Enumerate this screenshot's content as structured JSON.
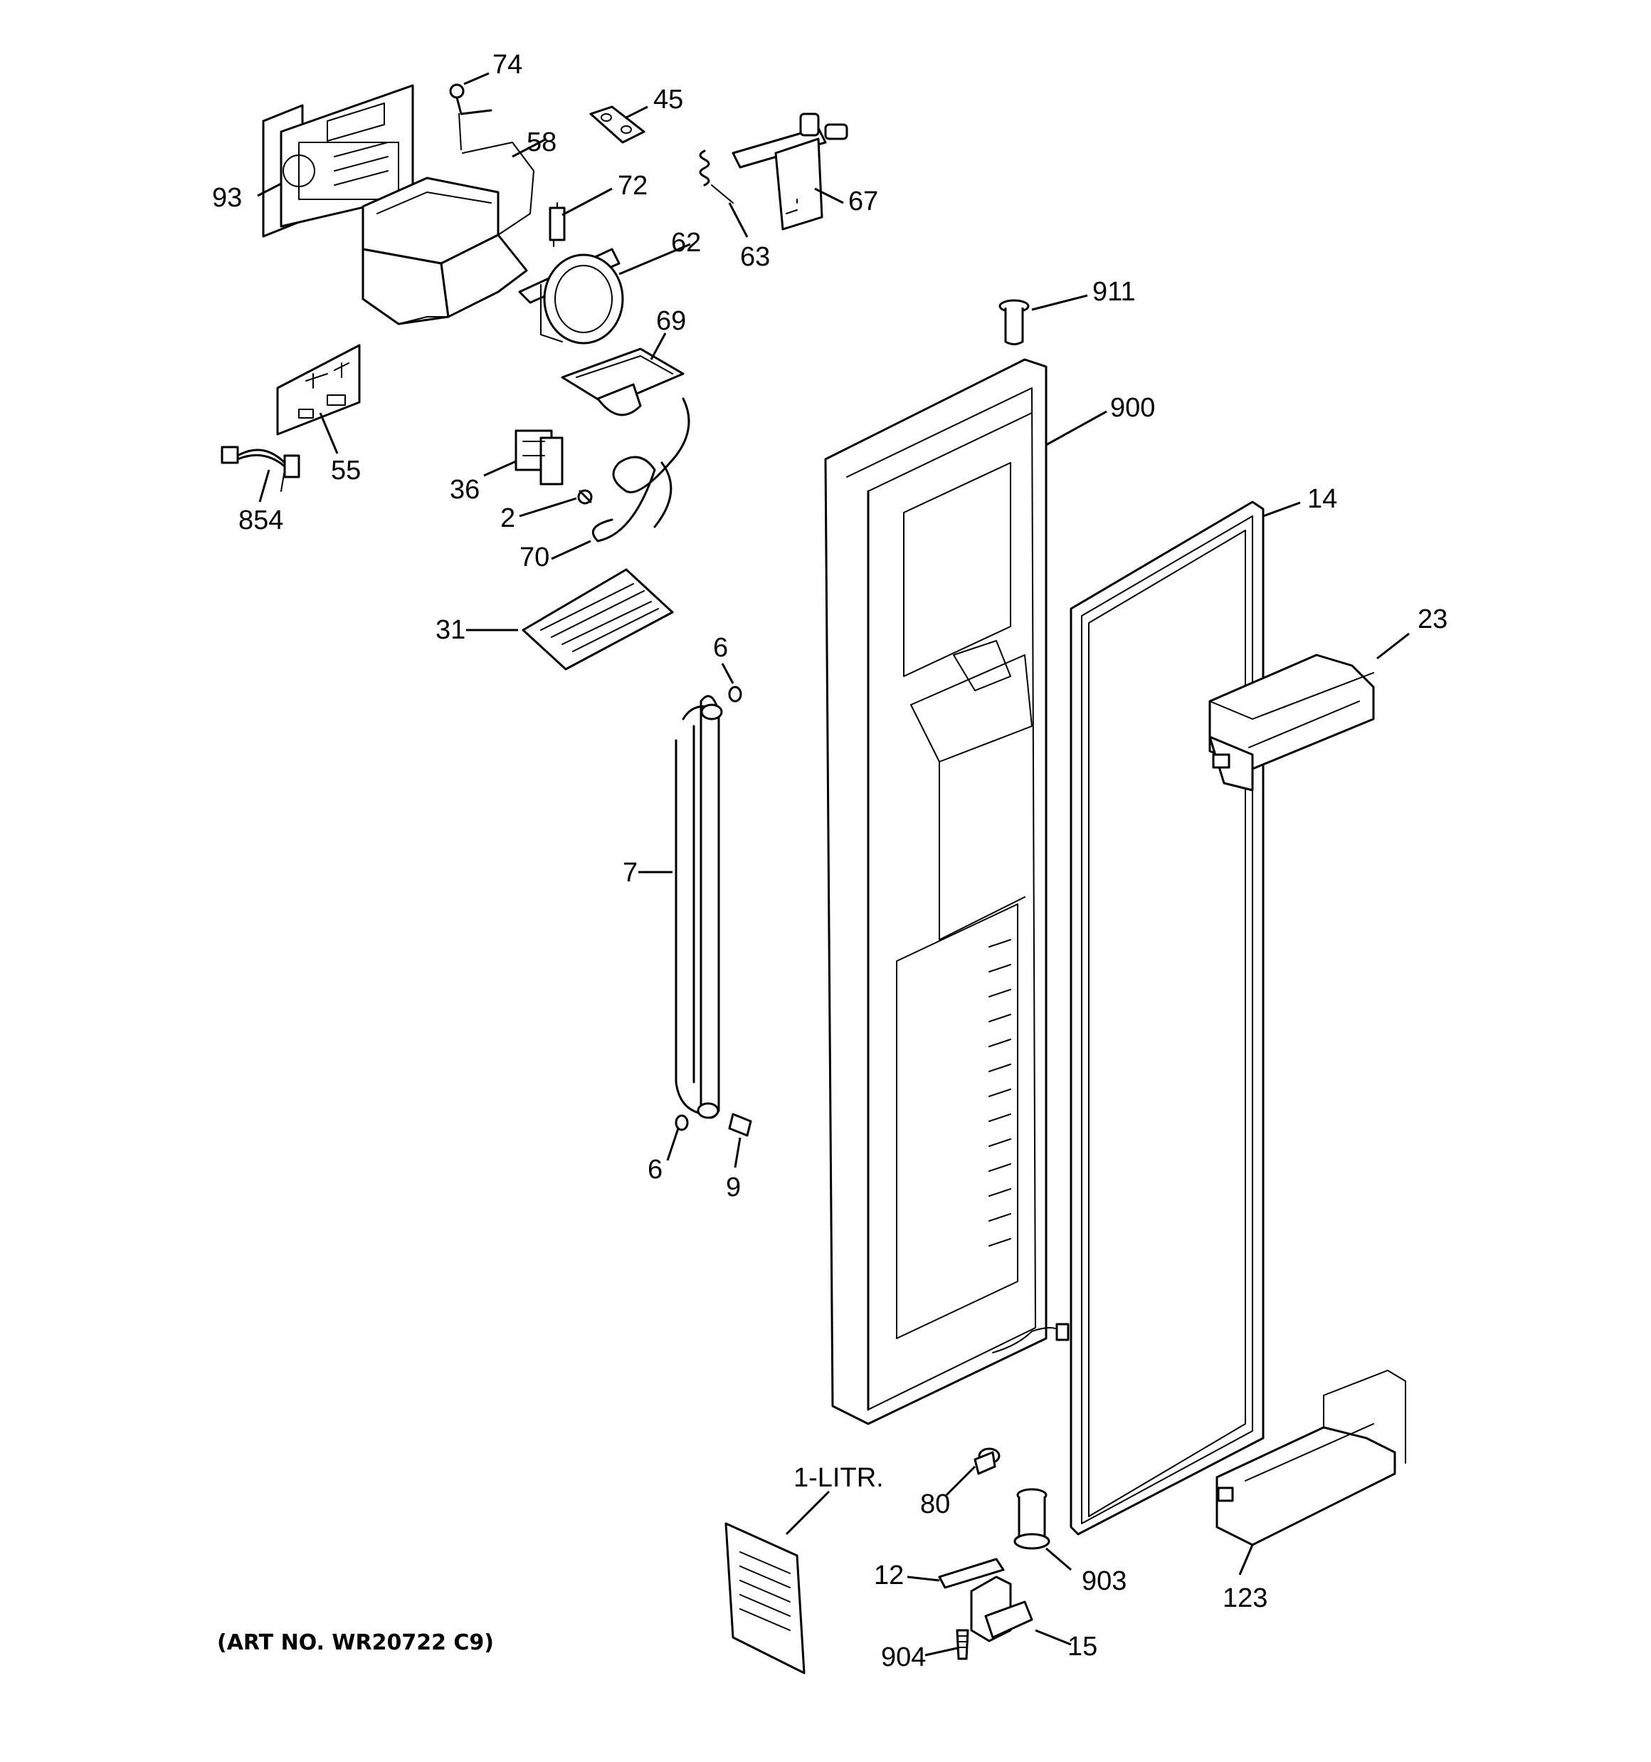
{
  "diagram": {
    "art_number": "(ART NO. WR20722 C9)",
    "callouts": {
      "c74": "74",
      "c45": "45",
      "c93": "93",
      "c58": "58",
      "c72": "72",
      "c67": "67",
      "c63": "63",
      "c62": "62",
      "c911": "911",
      "c69": "69",
      "c900": "900",
      "c55": "55",
      "c36": "36",
      "c854": "854",
      "c2": "2",
      "c70": "70",
      "c14": "14",
      "c31": "31",
      "c23": "23",
      "c6a": "6",
      "c7": "7",
      "c6b": "6",
      "c9": "9",
      "c1litr": "1-LITR.",
      "c80": "80",
      "c12": "12",
      "c903": "903",
      "c123": "123",
      "c15": "15",
      "c904": "904"
    }
  }
}
